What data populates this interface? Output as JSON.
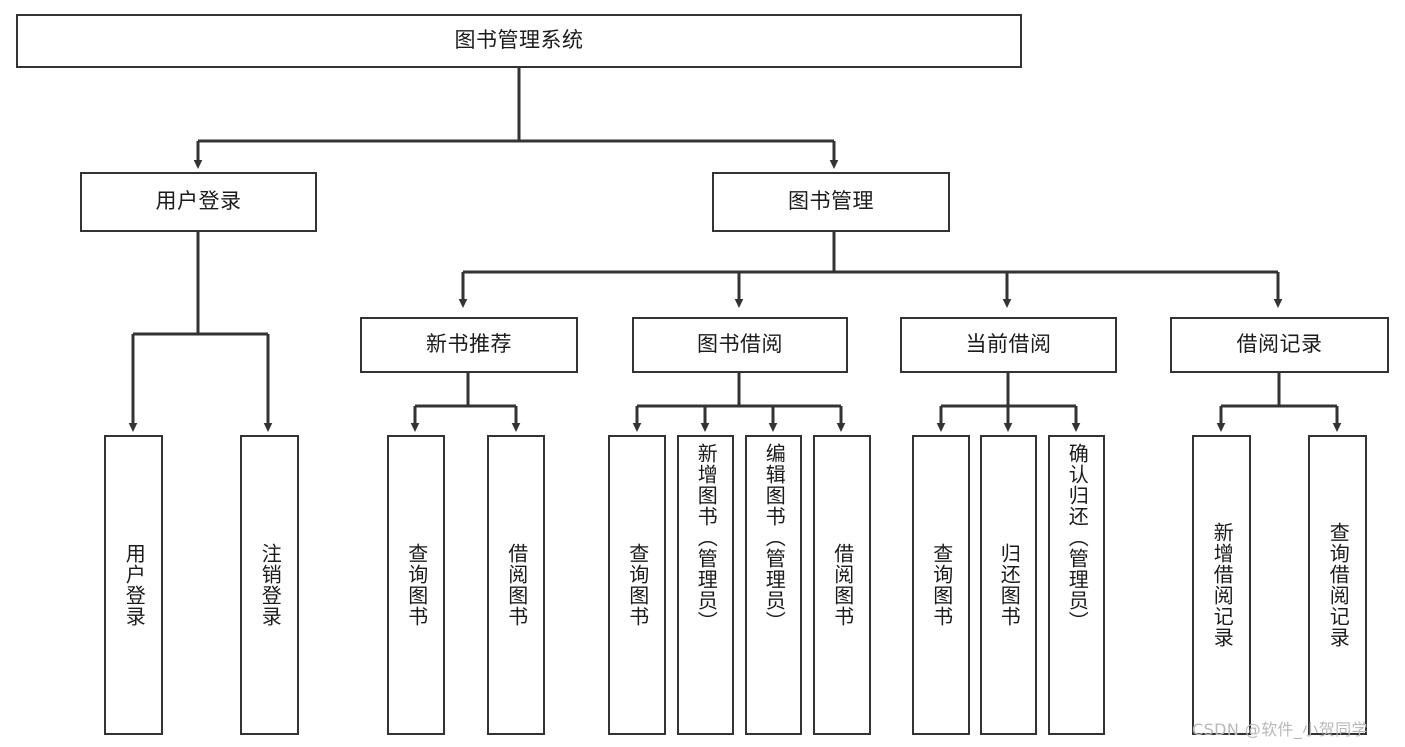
{
  "diagram": {
    "type": "tree-hierarchy",
    "title": "图书管理系统",
    "stroke_color": "#333333",
    "background_color": "#ffffff",
    "root": {
      "label": "图书管理系统"
    },
    "level2": [
      {
        "label": "用户登录"
      },
      {
        "label": "图书管理"
      }
    ],
    "level3": [
      {
        "label": "新书推荐"
      },
      {
        "label": "图书借阅"
      },
      {
        "label": "当前借阅"
      },
      {
        "label": "借阅记录"
      }
    ],
    "leaves": {
      "user_login": [
        {
          "label": "用户登录"
        },
        {
          "label": "注销登录"
        }
      ],
      "new_book_recommend": [
        {
          "label": "查询图书"
        },
        {
          "label": "借阅图书"
        }
      ],
      "book_borrow": [
        {
          "label": "查询图书"
        },
        {
          "label": "新增图书（管理员）"
        },
        {
          "label": "编辑图书（管理员）"
        },
        {
          "label": "借阅图书"
        }
      ],
      "current_borrow": [
        {
          "label": "查询图书"
        },
        {
          "label": "归还图书"
        },
        {
          "label": "确认归还（管理员）"
        }
      ],
      "borrow_record": [
        {
          "label": "新增借阅记录"
        },
        {
          "label": "查询借阅记录"
        }
      ]
    }
  },
  "watermark": {
    "text": "CSDN @软件_小贺同学"
  }
}
